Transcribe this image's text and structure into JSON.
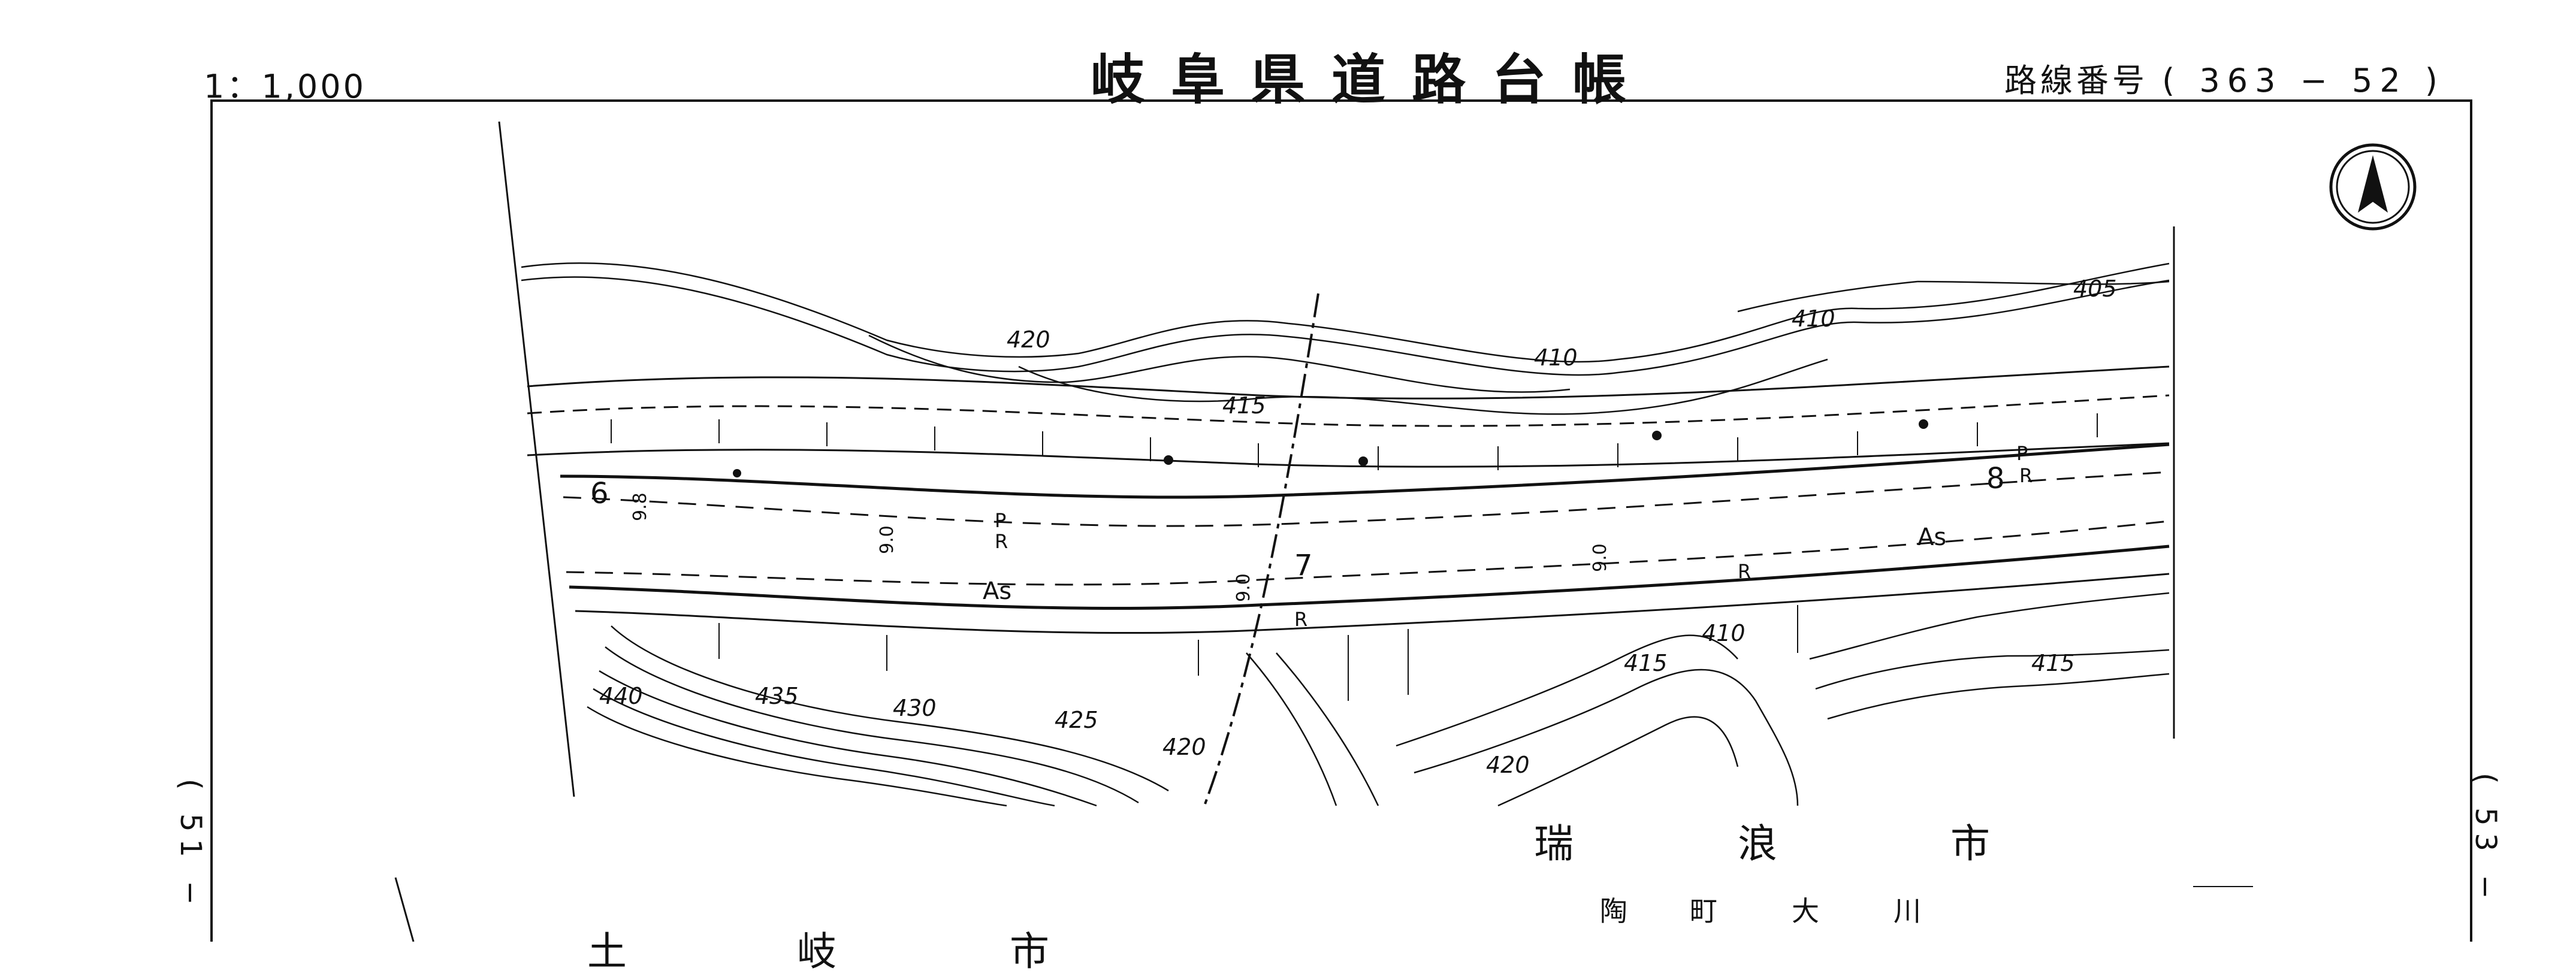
{
  "header": {
    "scale": "1：1,000",
    "title": "岐阜県道路台帳",
    "route_label": "路線番号",
    "route_number": "( 363 − 52 )"
  },
  "sheet_refs": {
    "previous": "( 51 −",
    "next": "( 53 −"
  },
  "place_names": {
    "city_right": [
      "瑞",
      "浪",
      "市"
    ],
    "town_right": [
      "陶",
      "町",
      "大",
      "川"
    ],
    "city_left": [
      "土",
      "岐",
      "市"
    ]
  },
  "map_labels": {
    "contours": [
      "420",
      "415",
      "410",
      "405",
      "410",
      "440",
      "435",
      "430",
      "425",
      "420",
      "415",
      "410",
      "415",
      "420"
    ],
    "stations": [
      "6",
      "7",
      "8"
    ],
    "widths": [
      "9.8",
      "9.0",
      "9.0",
      "9.0"
    ],
    "surface": [
      "As",
      "As"
    ],
    "road_marks": [
      "P",
      "R",
      "R",
      "P",
      "R",
      "R"
    ]
  },
  "colors": {
    "ink": "#111111",
    "background": "#ffffff"
  },
  "icons": {
    "north": "north-arrow-icon"
  }
}
